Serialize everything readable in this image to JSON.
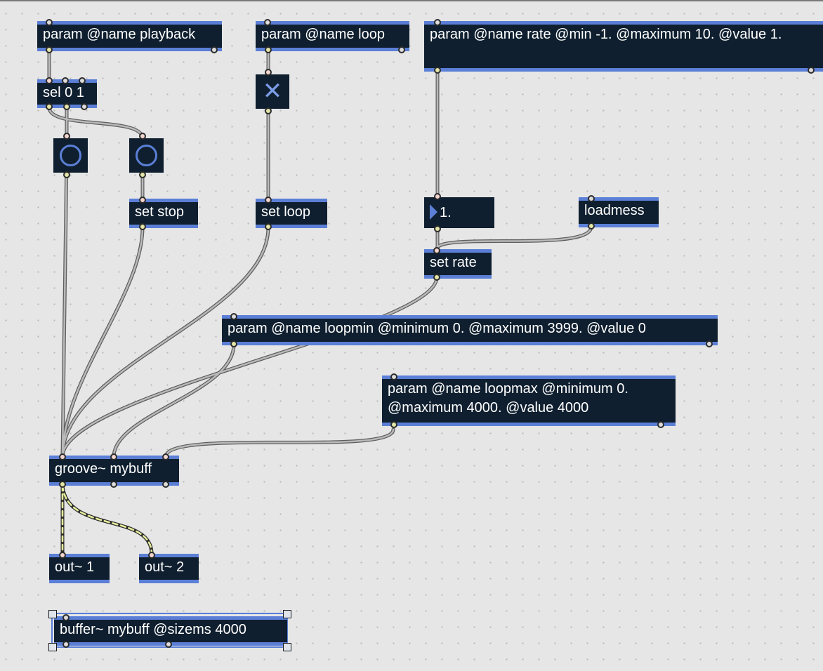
{
  "patcher": {
    "objects": {
      "param_playback": "param @name playback",
      "param_loop": "param @name loop",
      "param_rate": "param @name rate @min -1. @maximum 10. @value 1.",
      "sel": "sel 0 1",
      "set_stop": "set stop",
      "set_loop": "set loop",
      "number_value": "1.",
      "loadmess": "loadmess",
      "set_rate": "set rate",
      "param_loopmin": "param @name loopmin @minimum 0. @maximum 3999. @value 0",
      "param_loopmax": "param @name loopmax @minimum 0. @maximum 4000. @value 4000",
      "groove": "groove~ mybuff",
      "out1": "out~ 1",
      "out2": "out~ 2",
      "buffer": "buffer~ mybuff @sizems 4000"
    },
    "icons": {
      "button": "circle-bang-icon",
      "toggle": "x-toggle-icon",
      "number": "triangle-number-icon"
    },
    "colors": {
      "canvas": "#e6e6e6",
      "object_fill": "#0f1f2f",
      "object_accent": "#5b7fd6",
      "cord_message": "#9a9a9a",
      "cord_signal": "#e6ec9a"
    }
  }
}
